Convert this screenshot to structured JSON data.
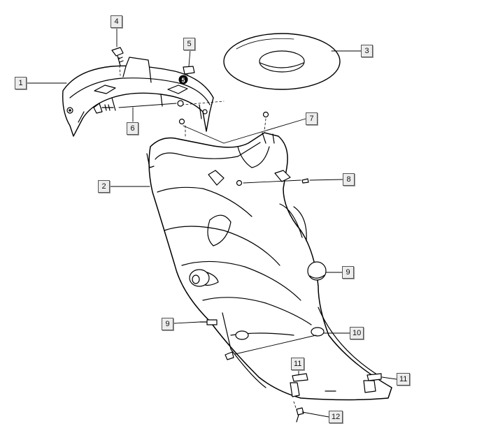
{
  "callouts": {
    "c1": "1",
    "c2": "2",
    "c3": "3",
    "c4": "4",
    "c5": "5",
    "c6": "6",
    "c7": "7",
    "c8": "8",
    "c9a": "9",
    "c9b": "9",
    "c10": "10",
    "c11a": "11",
    "c11b": "11",
    "c12": "12"
  },
  "markers": {
    "m5": "5"
  }
}
